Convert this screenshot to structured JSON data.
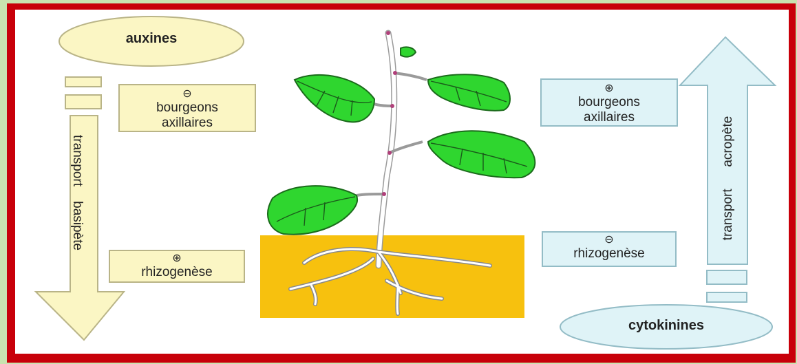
{
  "auxin": {
    "title": "auxines",
    "transport_word1": "transport",
    "transport_word2": "basipète",
    "bud_sign": "⊖",
    "bud_line1": "bourgeons",
    "bud_line2": "axillaires",
    "root_sign": "⊕",
    "root_label": "rhizogenèse",
    "fill_color": "#fbf6c4",
    "stroke_color": "#b9b487"
  },
  "cytokinin": {
    "title": "cytokinines",
    "transport_word1": "transport",
    "transport_word2": "acropète",
    "bud_sign": "⊕",
    "bud_line1": "bourgeons",
    "bud_line2": "axillaires",
    "root_sign": "⊖",
    "root_label": "rhizogenèse",
    "fill_color": "#dff3f7",
    "stroke_color": "#93bcc6"
  },
  "colors": {
    "frame": "#c8000a",
    "soil": "#f7c10e",
    "leaf": "#2fd62f",
    "leaf_vein": "#1b5a1b"
  }
}
